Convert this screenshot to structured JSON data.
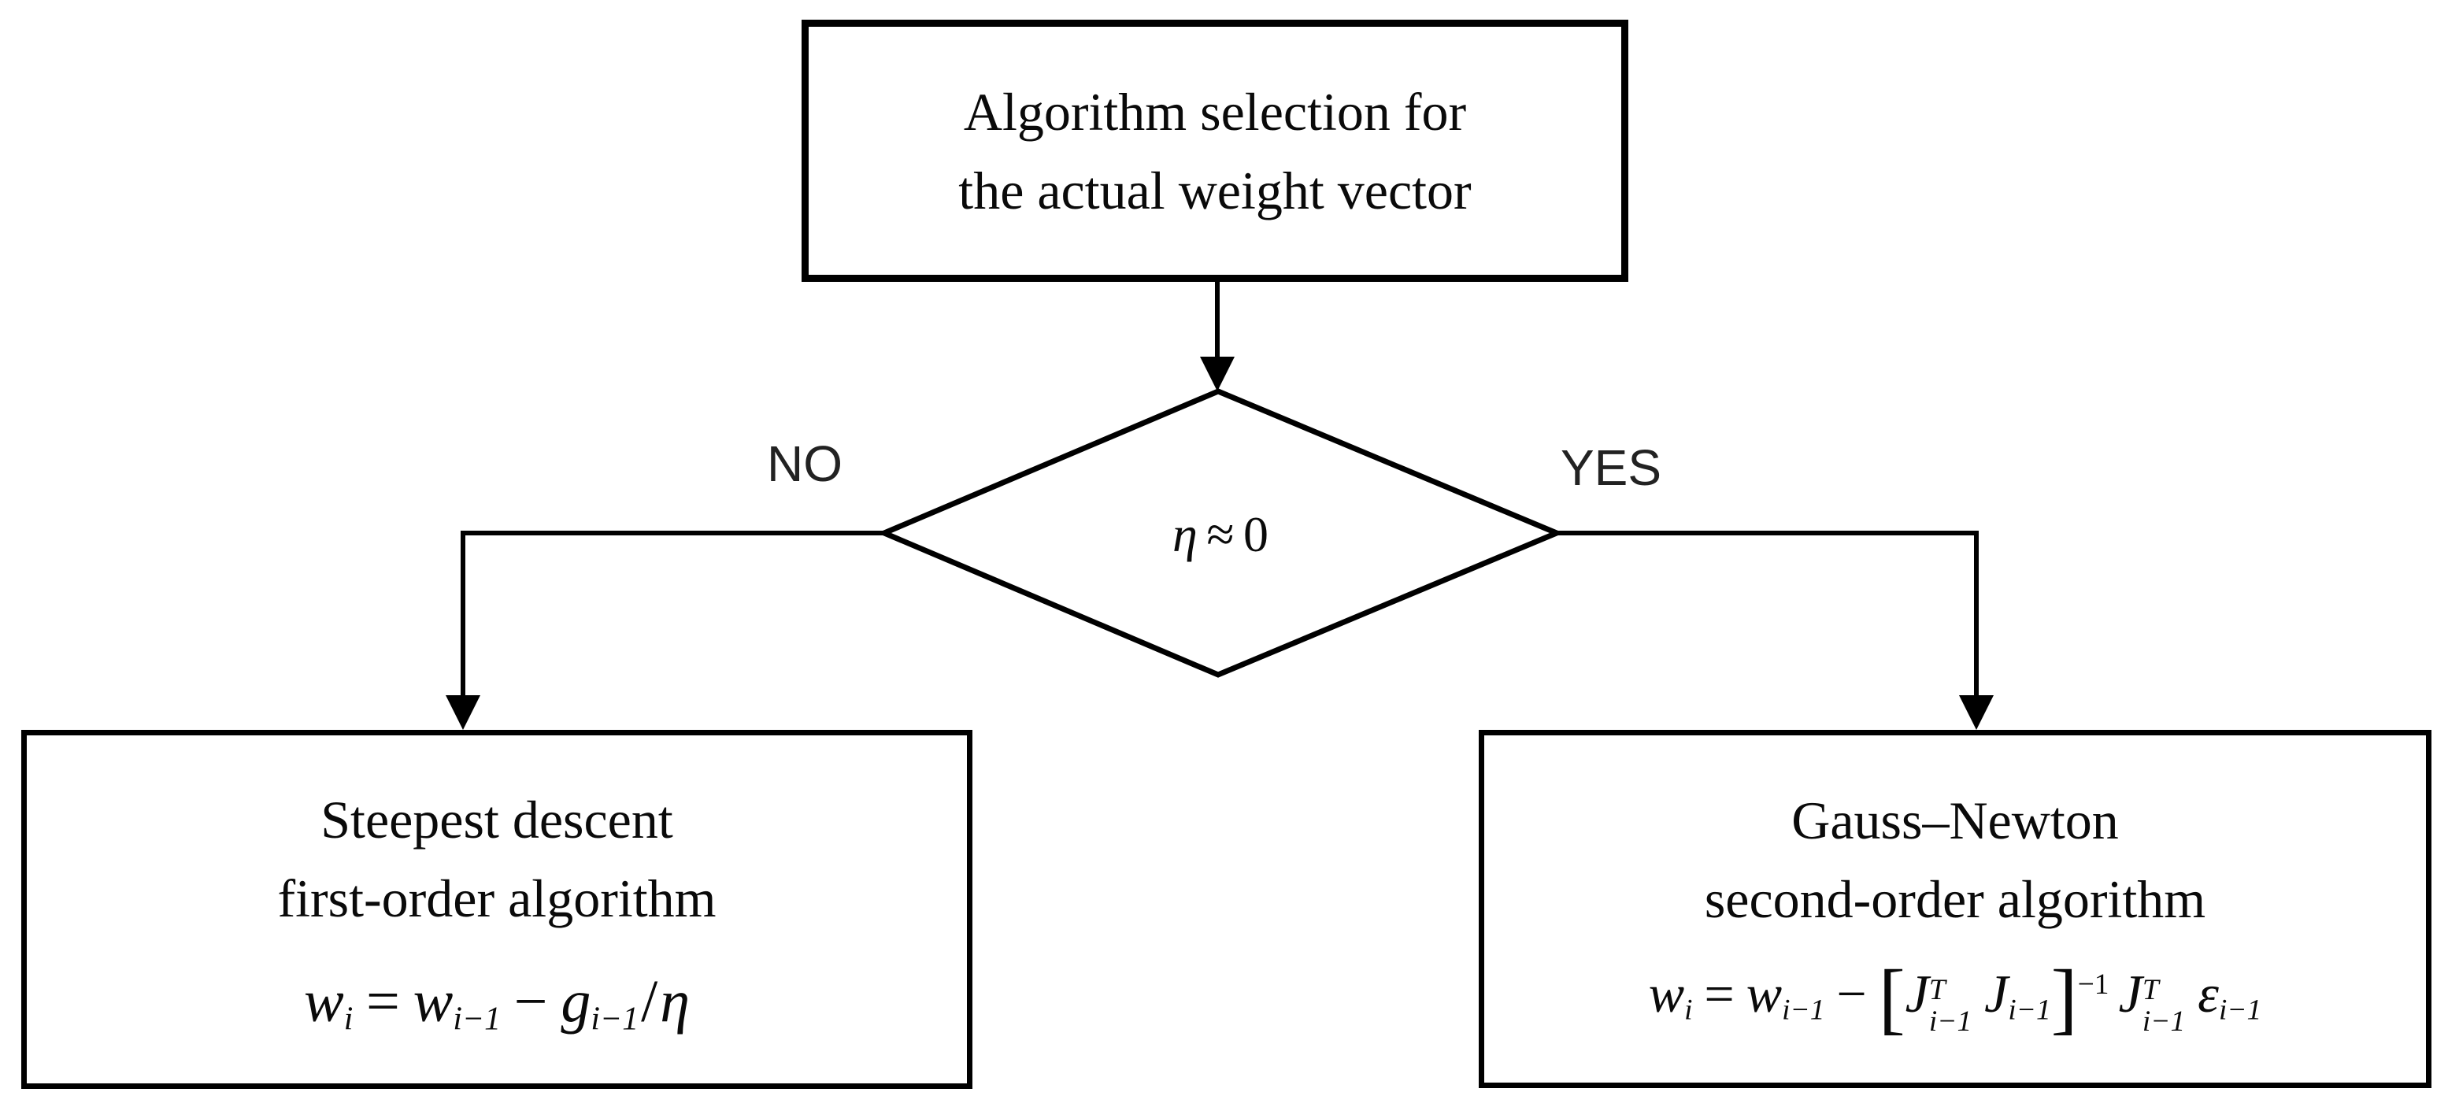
{
  "figure": {
    "background": "#ffffff",
    "ink": "#000000",
    "branch_label_color": "#222222"
  },
  "top_box": {
    "line1": "Algorithm selection for",
    "line2": "the actual weight vector"
  },
  "decision": {
    "condition_var": "η",
    "condition_relation": "≈",
    "condition_value": "0",
    "no_label": "NO",
    "yes_label": "YES"
  },
  "left_box": {
    "line1": "Steepest descent",
    "line2": "first-order algorithm",
    "formula": {
      "lhs_base": "w",
      "lhs_sub": "i",
      "equals": "=",
      "t1_base": "w",
      "t1_sub": "i−1",
      "minus": "−",
      "t2_base": "g",
      "t2_sub": "i−1",
      "slash": "/",
      "eta": "η"
    }
  },
  "right_box": {
    "line1": "Gauss–Newton",
    "line2": "second-order algorithm",
    "formula": {
      "lhs_base": "w",
      "lhs_sub": "i",
      "equals": "=",
      "t1_base": "w",
      "t1_sub": "i−1",
      "minus": "−",
      "open_bracket": "[",
      "j1_base": "J",
      "j1_sup": "T",
      "j1_sub": "i−1",
      "j2_base": "J",
      "j2_sub": "i−1",
      "close_bracket": "]",
      "inverse_sup": "−1",
      "j3_base": "J",
      "j3_sup": "T",
      "j3_sub": "i−1",
      "eps_base": "ε",
      "eps_sub": "i−1"
    }
  }
}
